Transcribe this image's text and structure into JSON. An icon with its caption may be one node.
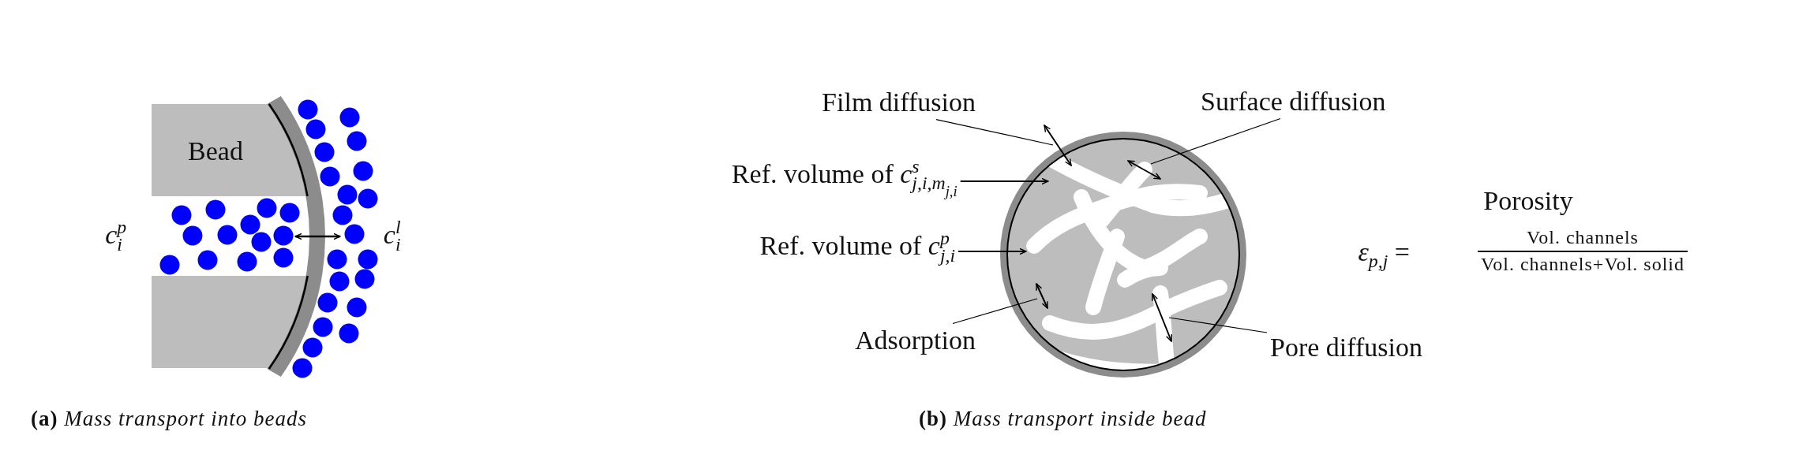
{
  "diagram": {
    "nodes": [
      {
        "text": [
          "Bead"
        ]
      },
      {
        "text": [
          "Film diffusion"
        ]
      },
      {
        "text": [
          "Surface diffusion"
        ]
      },
      {
        "text": [
          "Ref. volume of *c*$^{s}$$_{j,i,m}$$_{j,i}$"
        ]
      },
      {
        "text": [
          "Ref. volume of *c*$^{p}$$_{j,i}$"
        ]
      },
      {
        "text": [
          "Adsorption"
        ]
      },
      {
        "text": [
          "Pore diffusion"
        ]
      }
    ],
    "edges": [
      {
        "from": 1,
        "to": null,
        "arrow": "none"
      },
      {
        "from": 2,
        "to": null,
        "arrow": "none"
      },
      {
        "from": 3,
        "to": null,
        "arrow": "to"
      },
      {
        "from": 4,
        "to": null,
        "arrow": "to"
      },
      {
        "from": 5,
        "to": null,
        "arrow": "none"
      },
      {
        "from": 6,
        "to": null,
        "arrow": "none"
      }
    ],
    "labels": [
      "c$^{p}$$_{i}$",
      "c$^{l}$$_{i}$",
      "Porosity",
      "*ε*$_{p,j}$ =",
      "Vol. channels",
      "Vol. channels+Vol. solid",
      "**(a)** *Mass transport into beads*",
      "**(b)** *Mass transport inside bead*"
    ]
  }
}
